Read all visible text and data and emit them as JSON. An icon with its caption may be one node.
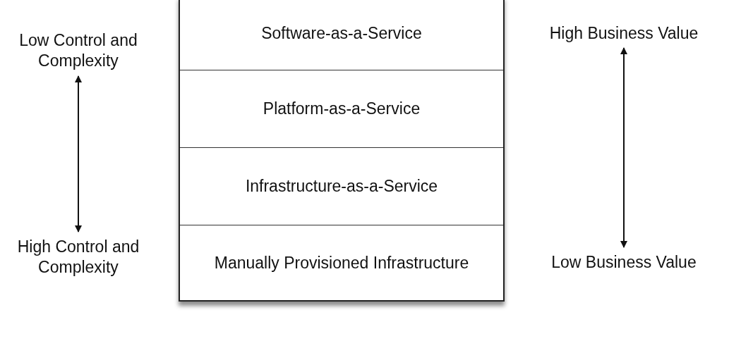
{
  "diagram": {
    "nodes": [
      {
        "text": [
          "Software-as-a-Service"
        ]
      },
      {
        "text": [
          "Platform-as-a-Service"
        ]
      },
      {
        "text": [
          "Infrastructure-as-a-Service"
        ]
      },
      {
        "text": [
          "Manually Provisioned Infrastructure"
        ]
      },
      {
        "text": [
          "Low Control and Complexity"
        ]
      },
      {
        "text": [
          "High Control and Complexity"
        ]
      },
      {
        "text": [
          "High Business Value"
        ]
      },
      {
        "text": [
          "Low Business Value"
        ]
      }
    ],
    "edges": [
      {
        "from": 4,
        "to": 5,
        "arrow": "both"
      },
      {
        "from": 6,
        "to": 7,
        "arrow": "both"
      }
    ]
  }
}
